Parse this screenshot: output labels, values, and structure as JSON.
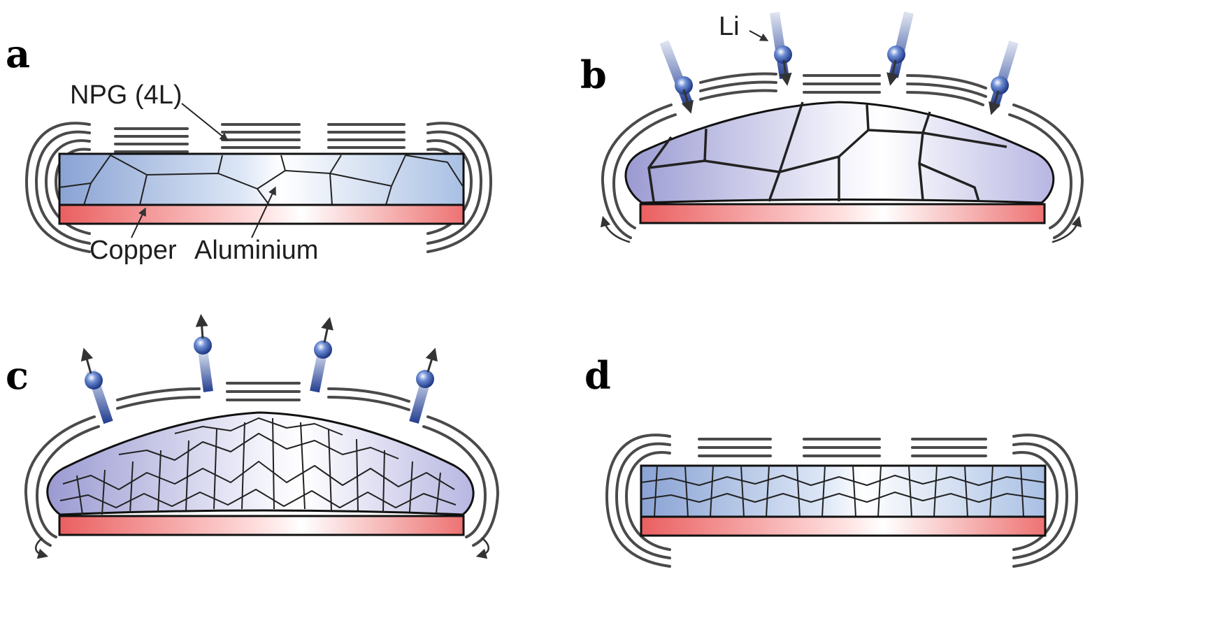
{
  "panels": [
    {
      "id": "a",
      "label": "a",
      "state": "flat",
      "grain_size": "large",
      "li_flux": "none",
      "callouts": {
        "npg": "NPG (4L)",
        "copper": "Copper",
        "aluminium": "Aluminium"
      }
    },
    {
      "id": "b",
      "label": "b",
      "state": "expanded",
      "grain_size": "large",
      "li_flux": "in",
      "callouts": {
        "li": "Li"
      }
    },
    {
      "id": "c",
      "label": "c",
      "state": "expanded",
      "grain_size": "fine",
      "li_flux": "out",
      "callouts": {}
    },
    {
      "id": "d",
      "label": "d",
      "state": "flat",
      "grain_size": "fine",
      "li_flux": "none",
      "callouts": {}
    }
  ],
  "colors": {
    "aluminium_flat": "#8aa6d6",
    "aluminium_expanded": "#9a9fd4",
    "copper": "#ee6b6b",
    "graphene": "#4a4a4a",
    "li_sphere": "#1f3f9a"
  },
  "icons": {
    "li_particle": "li-sphere-arrow-icon",
    "graphene_layers": "graphene-lines-icon"
  }
}
